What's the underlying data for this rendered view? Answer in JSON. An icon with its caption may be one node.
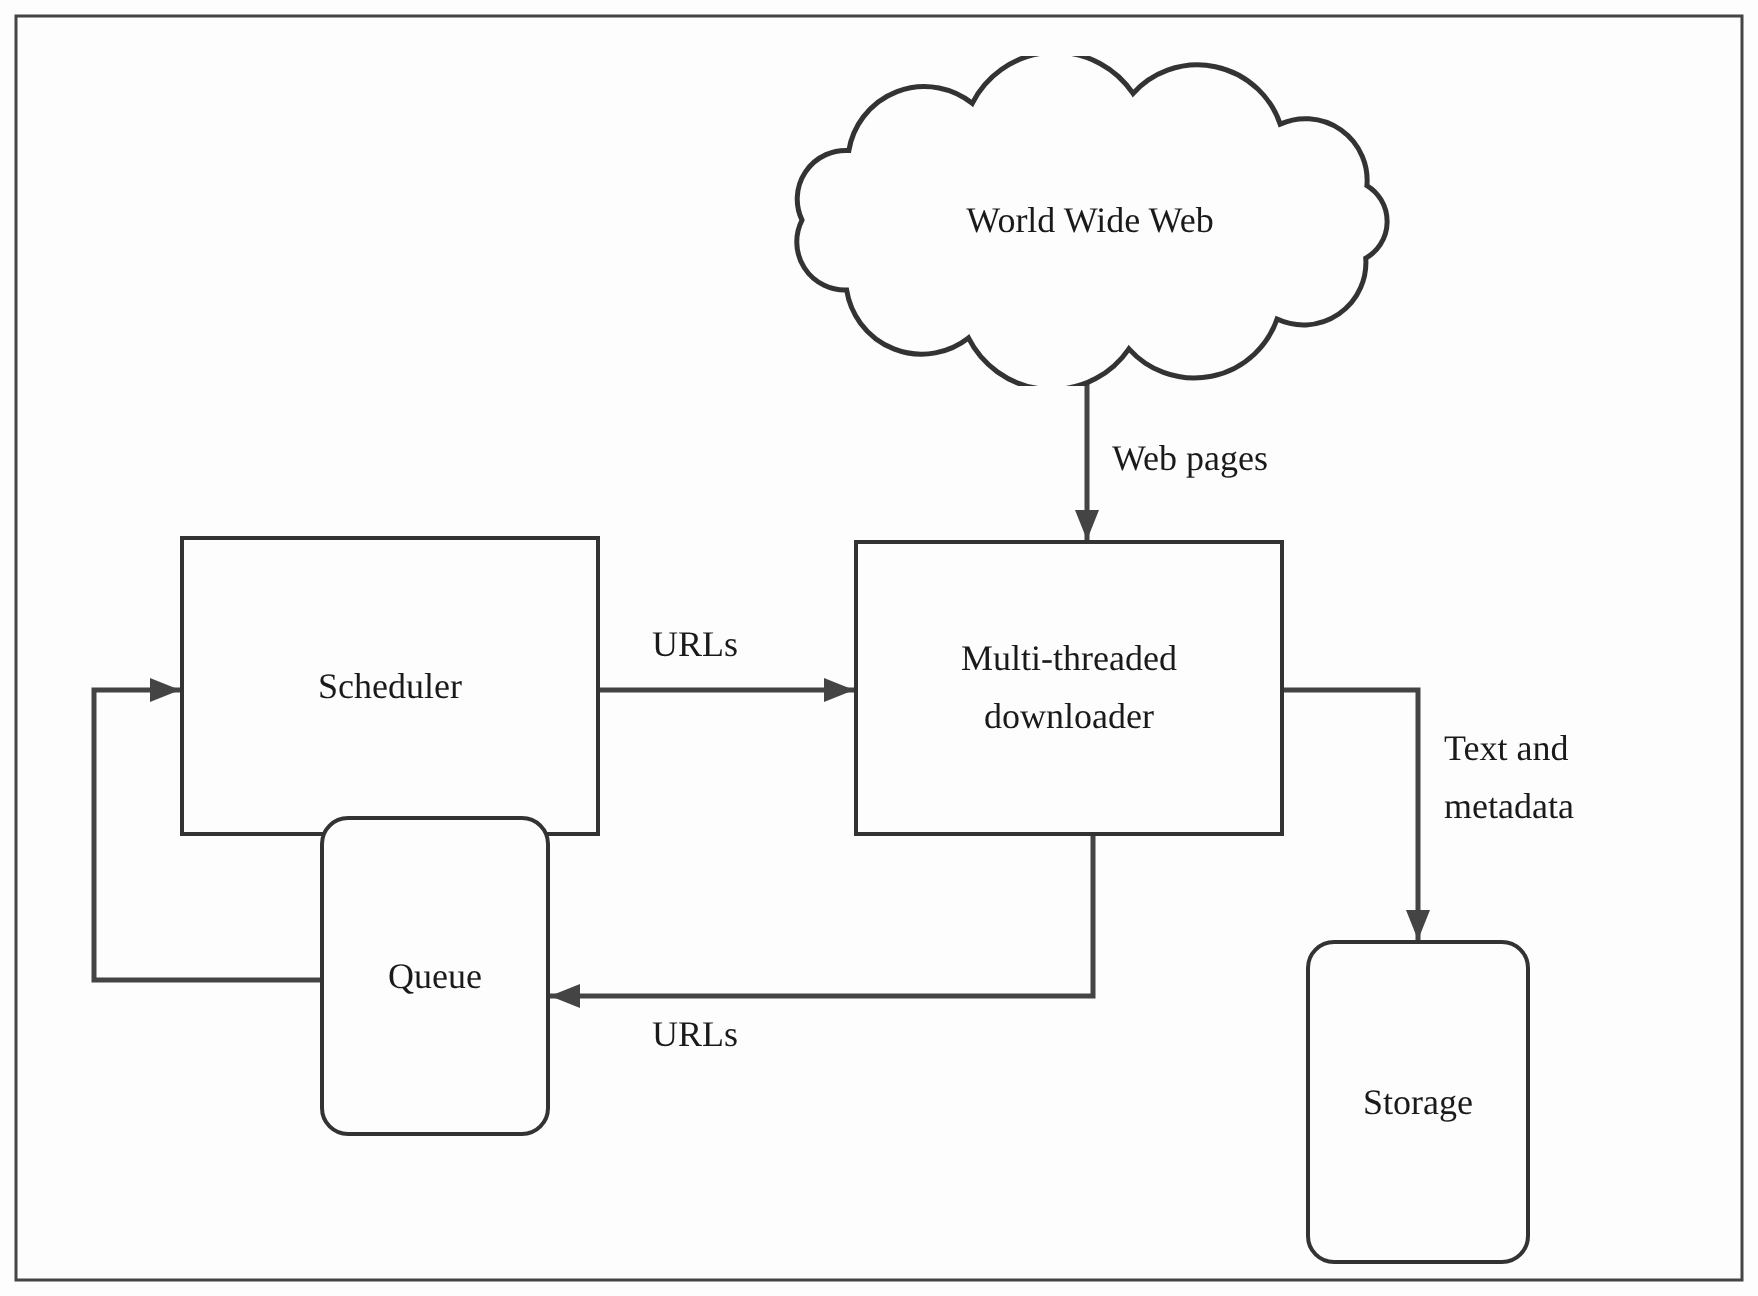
{
  "diagram": {
    "nodes": [
      {
        "text": [
          "World Wide Web"
        ]
      },
      {
        "text": [
          "Scheduler"
        ]
      },
      {
        "text": [
          "Queue"
        ]
      },
      {
        "text": [
          "Multi-threaded downloader"
        ]
      },
      {
        "text": [
          "Storage"
        ]
      }
    ],
    "edges": [
      {
        "from": 0,
        "to": 3,
        "arrow": "to",
        "label": "Web pages"
      },
      {
        "from": 1,
        "to": 3,
        "arrow": "to",
        "label": "URLs"
      },
      {
        "from": 3,
        "to": 2,
        "arrow": "to",
        "label": "URLs"
      },
      {
        "from": 2,
        "to": 1,
        "arrow": "to"
      },
      {
        "from": 3,
        "to": 4,
        "arrow": "to",
        "label": "Text and metadata"
      }
    ]
  }
}
